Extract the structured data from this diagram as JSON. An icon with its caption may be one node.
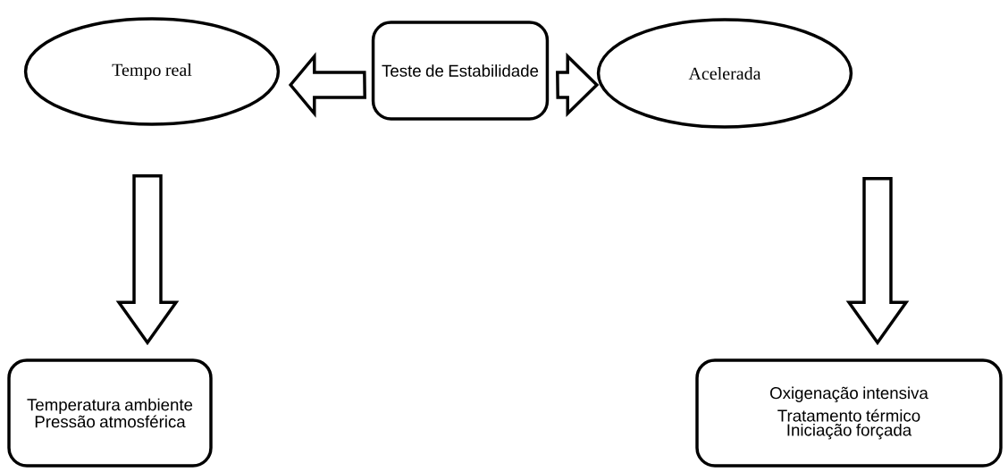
{
  "diagram": {
    "nodes": [
      {
        "text": [
          "Teste de Estabilidade"
        ]
      },
      {
        "text": [
          "Tempo real"
        ]
      },
      {
        "text": [
          "Acelerada"
        ]
      },
      {
        "text": [
          "Temperatura ambiente",
          "Pressão atmosférica"
        ]
      },
      {
        "text": [
          "Oxigenação intensiva",
          "Tratamento térmico",
          "Iniciação forçada"
        ]
      }
    ],
    "edges": [
      {
        "from": 0,
        "to": 1,
        "arrow": "to"
      },
      {
        "from": 0,
        "to": 2,
        "arrow": "to"
      },
      {
        "from": 1,
        "to": 3,
        "arrow": "to"
      },
      {
        "from": 2,
        "to": 4,
        "arrow": "to"
      }
    ]
  }
}
